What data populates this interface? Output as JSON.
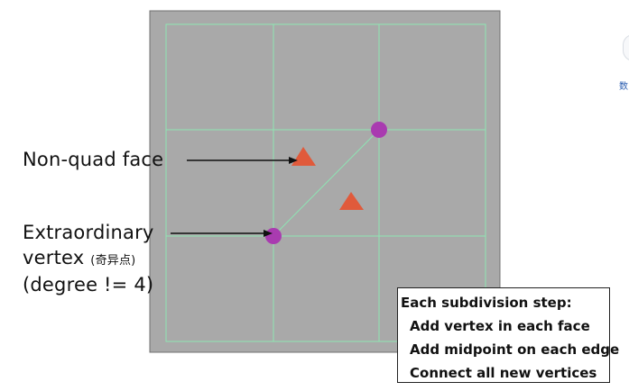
{
  "labels": {
    "non_quad_face": "Non-quad face",
    "extraordinary_line1": "Extraordinary",
    "extraordinary_line2": "vertex",
    "extraordinary_chinese": "(奇异点)",
    "extraordinary_line3": "(degree != 4)"
  },
  "callout": {
    "title": "Each subdivision step:",
    "steps": [
      "Add vertex in each face",
      "Add midpoint on each edge",
      "Connect all new vertices"
    ]
  },
  "edge_fragment": "数",
  "colors": {
    "panel": "#a9a9a9",
    "grid_line": "#8ee6b4",
    "vertex_dot": "#a93bb0",
    "face_marker": "#e05a3b",
    "arrow": "#111111"
  }
}
